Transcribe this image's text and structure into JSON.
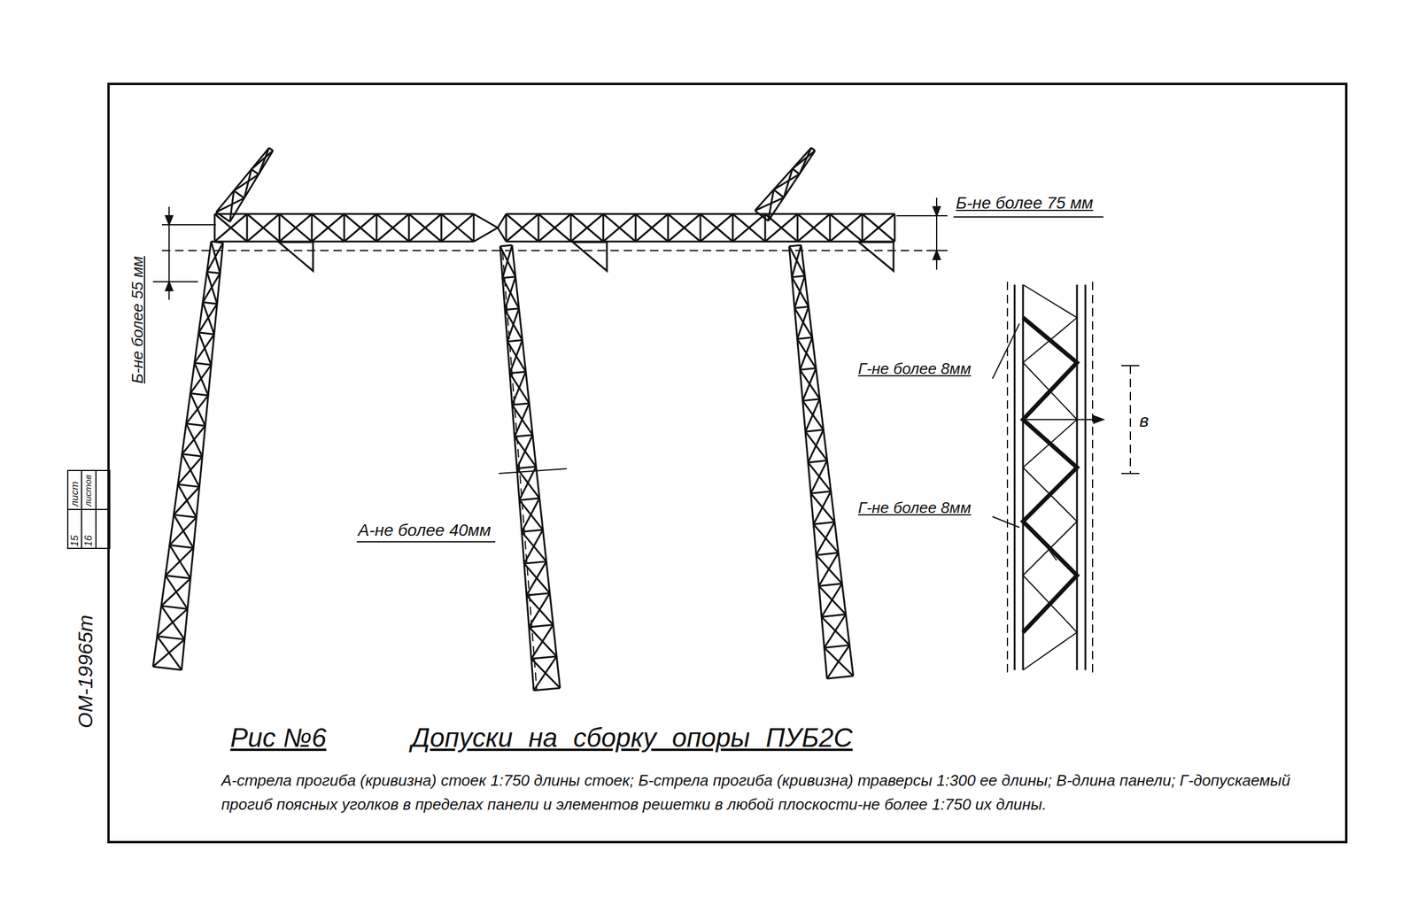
{
  "diagram": {
    "title": "Допуски на сборку опоры ПУБ2С",
    "caption": "А-стрела прогиба (кривизна) стоек 1:750 длины стоек; Б-стрела прогиба (кривизна) траверсы 1:300 ее длины; В-длина панели; Г-допускаемый прогиб поясных уголков в пределах панели и элементов решетки в любой плоскости-не более 1:750 их длины.",
    "labels": [
      "Б-не более 75 мм",
      "Б-не более 55 мм",
      "А-не более 40мм",
      "Г-не более 8мм",
      "Г-не более 8мм",
      "в",
      "Рис №6",
      "лист",
      "15",
      "листов",
      "16",
      "ОМ-19965т"
    ]
  }
}
